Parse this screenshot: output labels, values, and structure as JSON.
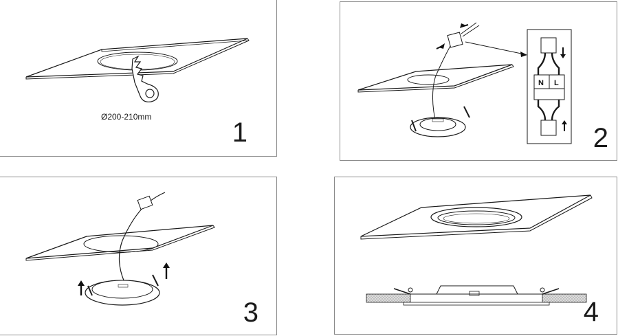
{
  "panels": [
    {
      "step": "1",
      "label": "Ø200-210mm"
    },
    {
      "step": "2",
      "neutral": "N",
      "live": "L"
    },
    {
      "step": "3"
    },
    {
      "step": "4"
    }
  ],
  "colors": {
    "line": "#1a1a1a",
    "border": "#8a8a8a"
  }
}
